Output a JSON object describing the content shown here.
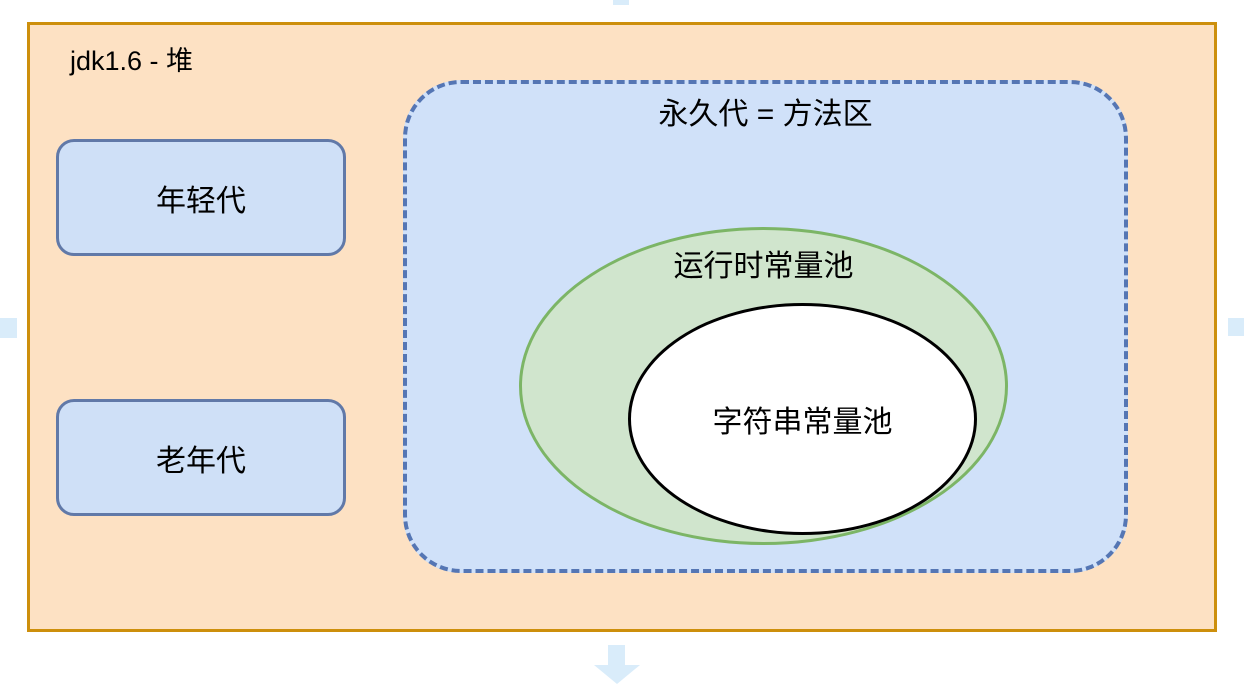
{
  "diagram": {
    "heap": {
      "label": "jdk1.6 - 堆"
    },
    "young_gen": {
      "label": "年轻代"
    },
    "old_gen": {
      "label": "老年代"
    },
    "perm_gen": {
      "label": "永久代 = 方法区"
    },
    "runtime_constant_pool": {
      "label": "运行时常量池"
    },
    "string_constant_pool": {
      "label": "字符串常量池"
    }
  },
  "icons": {
    "direction_arrow_top": "arrow-up (cropped)",
    "direction_arrow_left": "arrow-left (cropped)",
    "direction_arrow_right": "arrow-right (cropped)",
    "direction_arrow_bottom": "arrow-down"
  },
  "colors": {
    "c-heap-fill": "#fde1c3",
    "c-heap-border": "#cd8f0c",
    "c-blue-fill": "#cfe0f7",
    "c-blue-border": "#6179a8",
    "c-dash-fill": "#d0e1f9",
    "c-dash-border": "#5576b4",
    "c-green-fill": "#d0e5cd",
    "c-green-border": "#7cb566",
    "c-white": "#ffffff",
    "c-black": "#000000",
    "c-arrow": "#d9ecfa"
  }
}
